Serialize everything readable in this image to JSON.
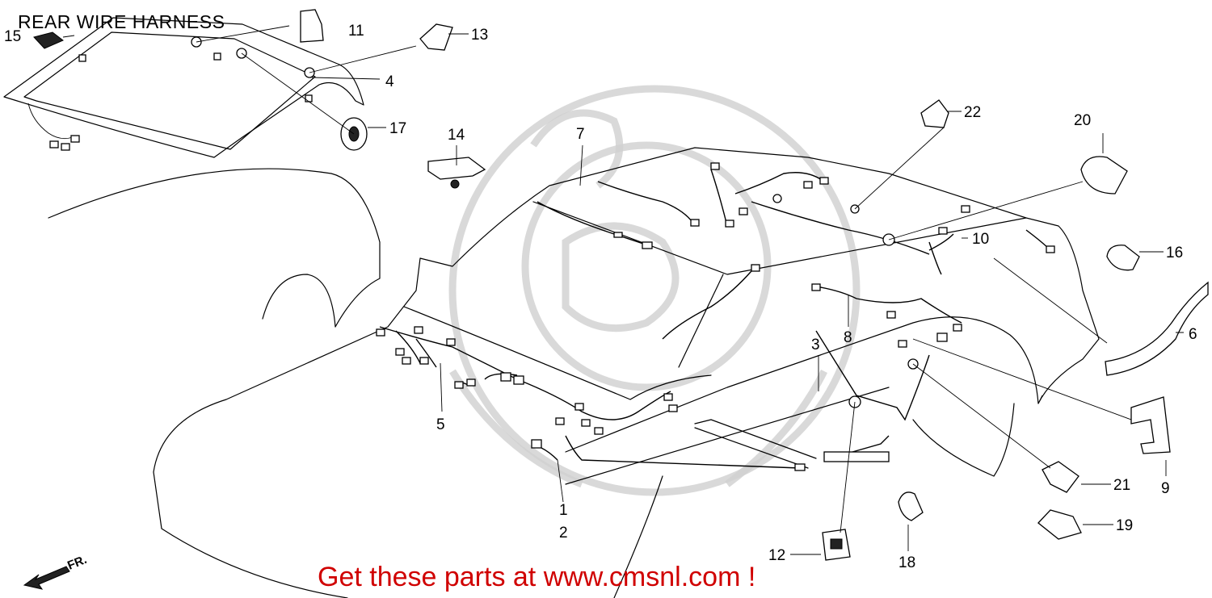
{
  "title": "REAR WIRE HARNESS",
  "footer": "Get these parts at www.cmsnl.com !",
  "direction_label": "FR.",
  "callouts": [
    {
      "id": "c1",
      "label": "1"
    },
    {
      "id": "c2",
      "label": "2"
    },
    {
      "id": "c3",
      "label": "3"
    },
    {
      "id": "c4",
      "label": "4"
    },
    {
      "id": "c5",
      "label": "5"
    },
    {
      "id": "c6",
      "label": "6"
    },
    {
      "id": "c7",
      "label": "7"
    },
    {
      "id": "c8",
      "label": "8"
    },
    {
      "id": "c9",
      "label": "9"
    },
    {
      "id": "c10",
      "label": "10"
    },
    {
      "id": "c11",
      "label": "11"
    },
    {
      "id": "c12",
      "label": "12"
    },
    {
      "id": "c13",
      "label": "13"
    },
    {
      "id": "c14",
      "label": "14"
    },
    {
      "id": "c15",
      "label": "15"
    },
    {
      "id": "c16",
      "label": "16"
    },
    {
      "id": "c17",
      "label": "17"
    },
    {
      "id": "c18",
      "label": "18"
    },
    {
      "id": "c19",
      "label": "19"
    },
    {
      "id": "c20",
      "label": "20"
    },
    {
      "id": "c21",
      "label": "21"
    },
    {
      "id": "c22",
      "label": "22"
    }
  ],
  "colors": {
    "footer": "#d00000",
    "lines": "#000000",
    "watermark": "#cfcfcf"
  }
}
